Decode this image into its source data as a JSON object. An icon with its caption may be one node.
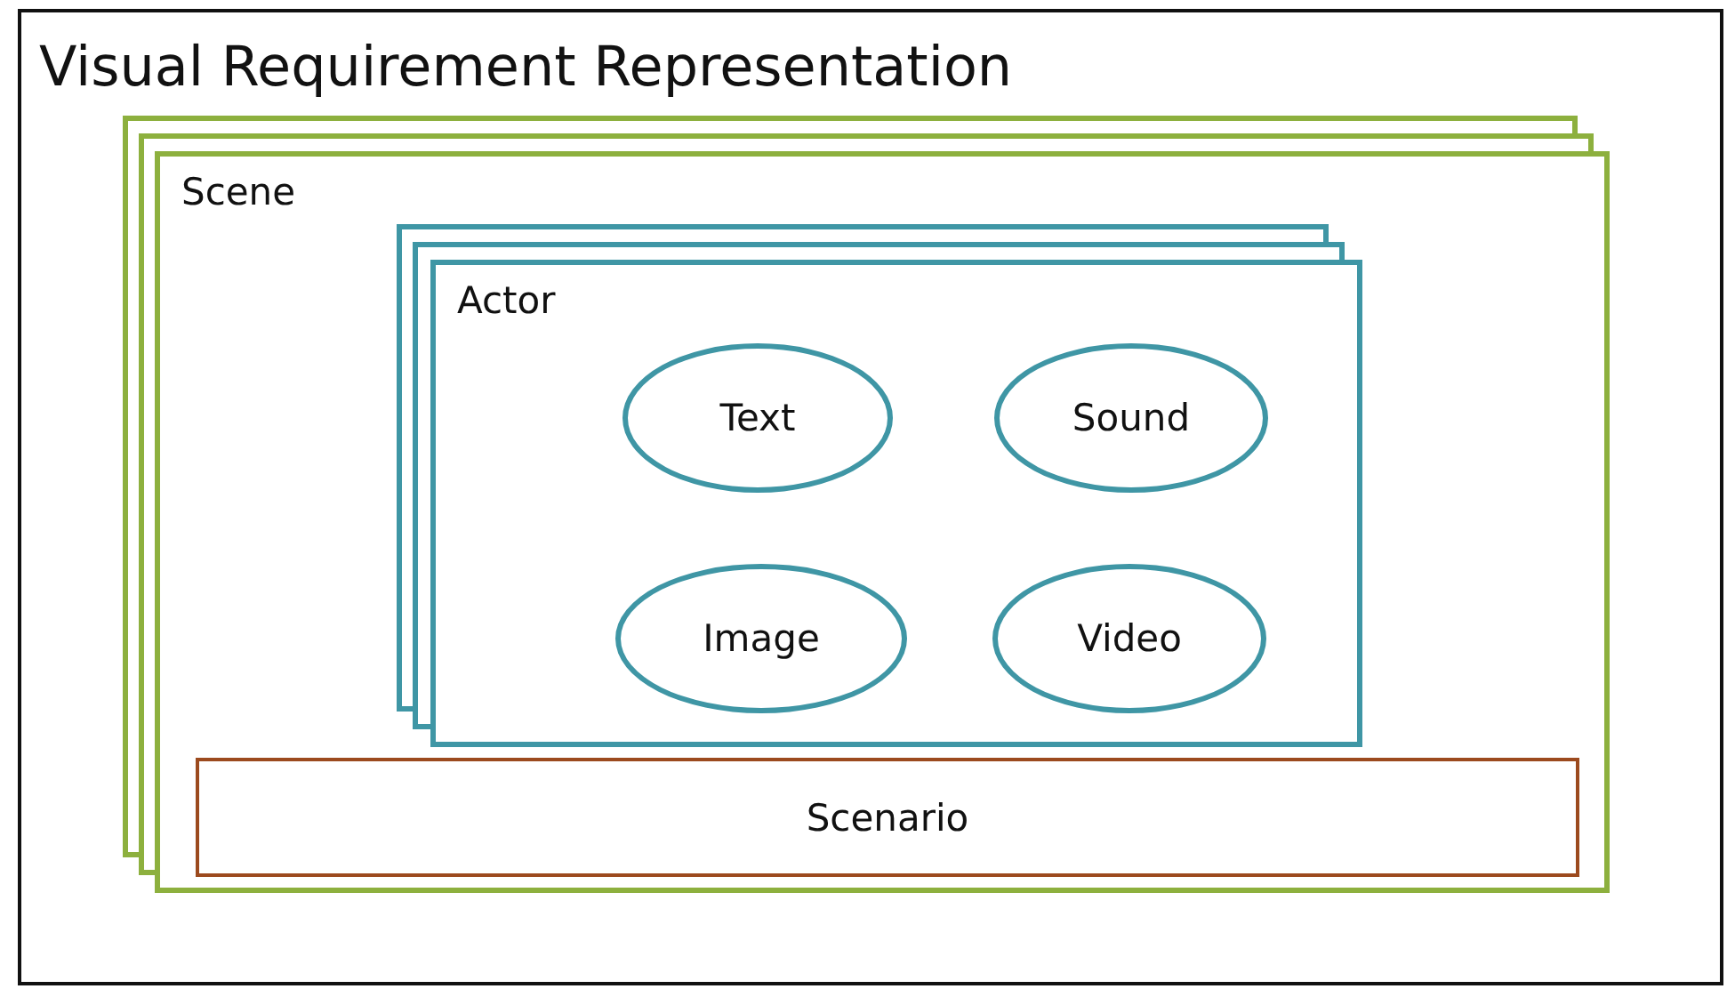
{
  "diagram": {
    "title": "Visual Requirement Representation",
    "nodes": [
      {
        "text": [],
        "shape": "box"
      },
      {
        "text": [
          "Scene"
        ],
        "in": 0
      },
      {
        "text": [
          "Actor"
        ],
        "in": 1
      },
      {
        "text": [
          "Text"
        ],
        "in": 2
      },
      {
        "text": [
          "Sound"
        ],
        "in": 2
      },
      {
        "text": [
          "Image"
        ],
        "in": 2
      },
      {
        "text": [
          "Video"
        ],
        "in": 2
      },
      {
        "text": [
          "Scenario"
        ],
        "in": 1
      }
    ]
  }
}
